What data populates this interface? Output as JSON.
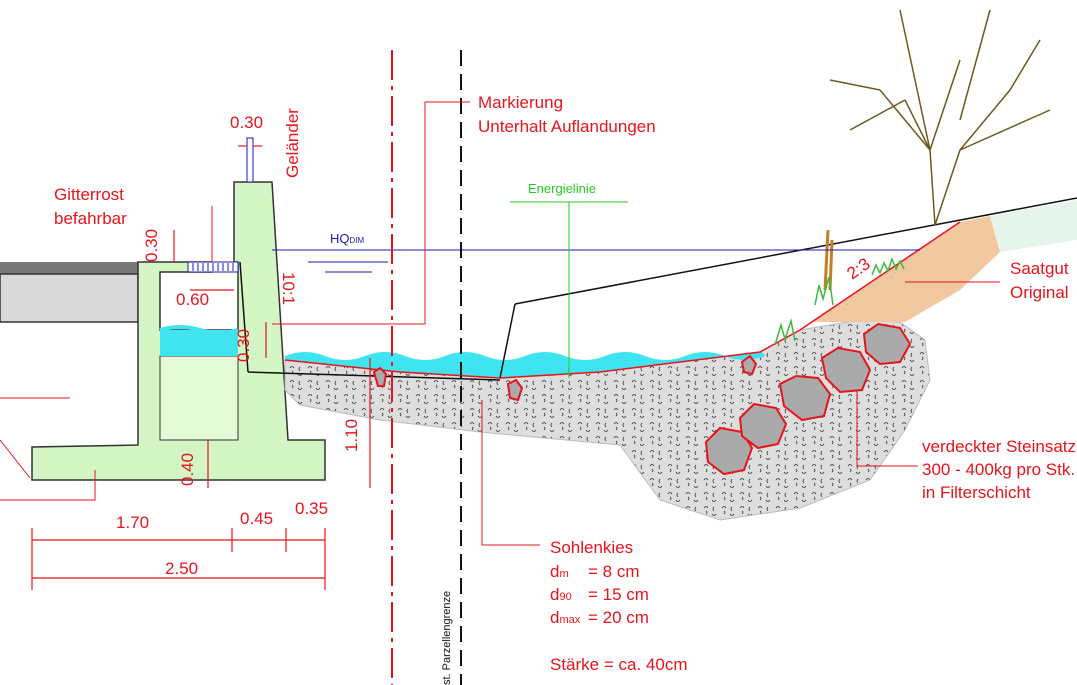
{
  "labels": {
    "marking_line1": "Markierung",
    "marking_line2": "Unterhalt Auflandungen",
    "railing": "Geländer",
    "grate_line1": "Gitterrost",
    "grate_line2": "befahrbar",
    "energy_line": "Energielinie",
    "hq": "HQ",
    "hq_sub": "DIM",
    "slope_wall": "10:1",
    "slope_bank": "2:3",
    "seed_line1": "Saatgut",
    "seed_line2": "Original",
    "stones_line1": "verdeckter Steinsatz",
    "stones_line2": "300 - 400kg pro Stk.",
    "stones_line3": "in Filterschicht",
    "gravel_title": "Sohlenkies",
    "gravel_dm_label": "d",
    "gravel_dm_sub": "m",
    "gravel_dm_value": "= 8 cm",
    "gravel_d90_label": "d",
    "gravel_d90_sub": "90",
    "gravel_d90_value": "= 15 cm",
    "gravel_dmax_label": "d",
    "gravel_dmax_sub": "max",
    "gravel_dmax_value": "= 20 cm",
    "thickness": "Stärke = ca. 40cm",
    "parcel_boundary": "st. Parzellengrenze"
  },
  "dimensions": {
    "railing_width": "0.30",
    "top_height": "0.30",
    "inner_width": "0.60",
    "water_depth": "0.30",
    "base_height": "0.40",
    "bed_depth": "1.10",
    "seg1": "1.70",
    "seg2": "0.45",
    "seg3": "0.35",
    "total": "2.50"
  },
  "colors": {
    "annotation_red": "#e8141c",
    "concrete_green": "#d4f5c4",
    "water_cyan": "#40e4f0",
    "gravel_grey": "#dcdcdc",
    "stone_grey": "#aaaaaa",
    "soil_tan": "#f2c8a0",
    "hq_blue": "#1a1ab4",
    "energy_green": "#22cc22"
  }
}
